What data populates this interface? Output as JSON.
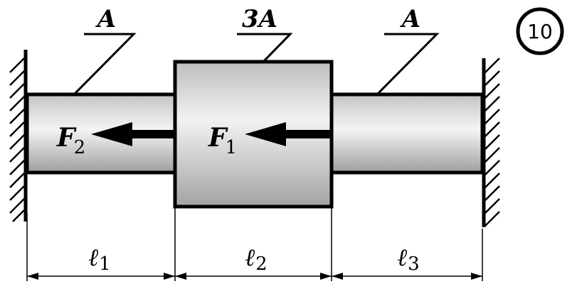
{
  "problem_number": "10",
  "areas": {
    "left": "A",
    "middle": "3A",
    "right": "A"
  },
  "forces": {
    "f2": {
      "symbol": "F",
      "sub": "2"
    },
    "f1": {
      "symbol": "F",
      "sub": "1"
    }
  },
  "lengths": {
    "l1": {
      "symbol": "ℓ",
      "sub": "1"
    },
    "l2": {
      "symbol": "ℓ",
      "sub": "2"
    },
    "l3": {
      "symbol": "ℓ",
      "sub": "3"
    }
  },
  "colors": {
    "line": "#000000",
    "fill_light": "#f2f2f2",
    "fill_dark": "#a9a9a9"
  }
}
